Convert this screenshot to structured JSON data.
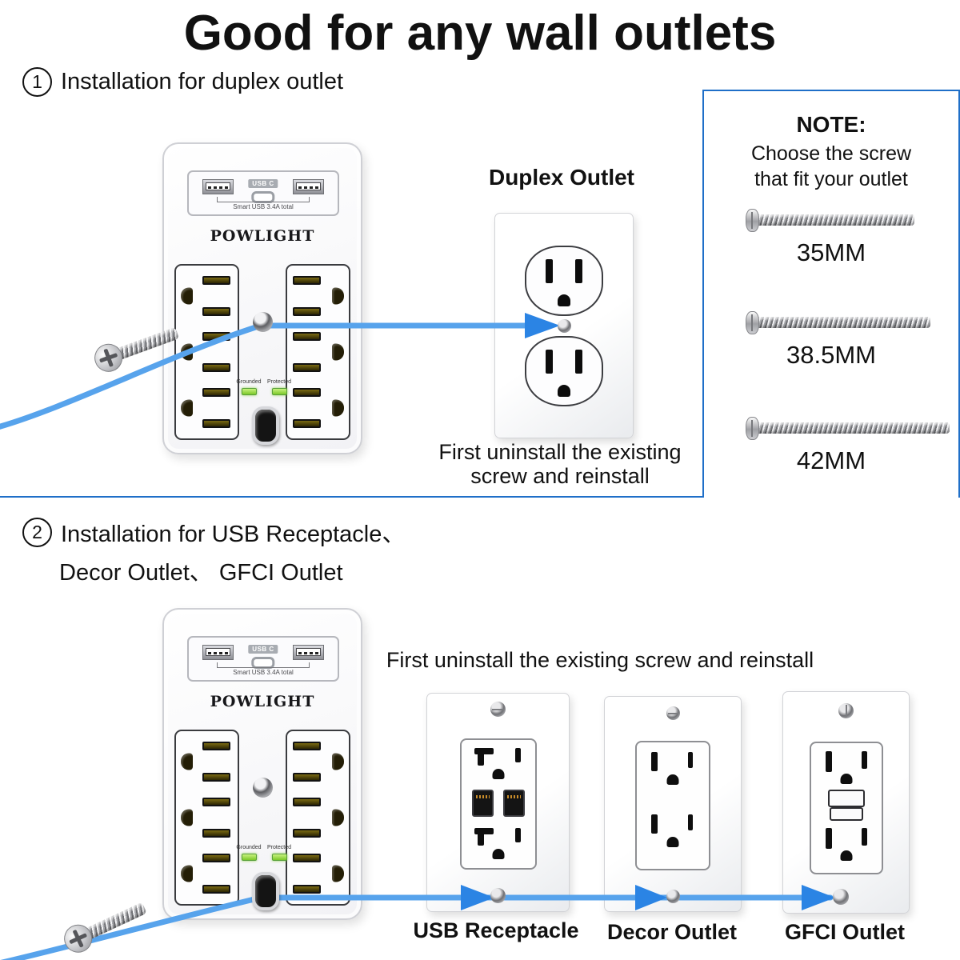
{
  "title": "Good for any wall outlets",
  "colors": {
    "note_border_blue": "#1f6fc8",
    "line_blue": "#57a3ec",
    "arrow_blue": "#2b84e4",
    "led_green": "#7cc829"
  },
  "section1": {
    "number": "1",
    "heading": "Installation for duplex outlet",
    "outlet_title": "Duplex Outlet",
    "caption_line1": "First uninstall the existing",
    "caption_line2": "screw and reinstall"
  },
  "note_box": {
    "title": "NOTE:",
    "line1": "Choose the screw",
    "line2": "that fit your outlet",
    "screws": [
      {
        "label": "35MM"
      },
      {
        "label": "38.5MM"
      },
      {
        "label": "42MM"
      }
    ]
  },
  "device": {
    "brand": "POWLIGHT",
    "usb_c_label": "USB C",
    "usb_note": "Smart USB 3.4A total",
    "grounded_label": "Grounded",
    "protected_label": "Protected"
  },
  "section2": {
    "number": "2",
    "heading_line1": "Installation for USB Receptacle、",
    "heading_line2": "Decor Outlet、 GFCI Outlet",
    "caption": "First uninstall the existing screw and reinstall",
    "outlets": [
      {
        "label": "USB Receptacle"
      },
      {
        "label": "Decor Outlet"
      },
      {
        "label": "GFCI Outlet"
      }
    ]
  }
}
